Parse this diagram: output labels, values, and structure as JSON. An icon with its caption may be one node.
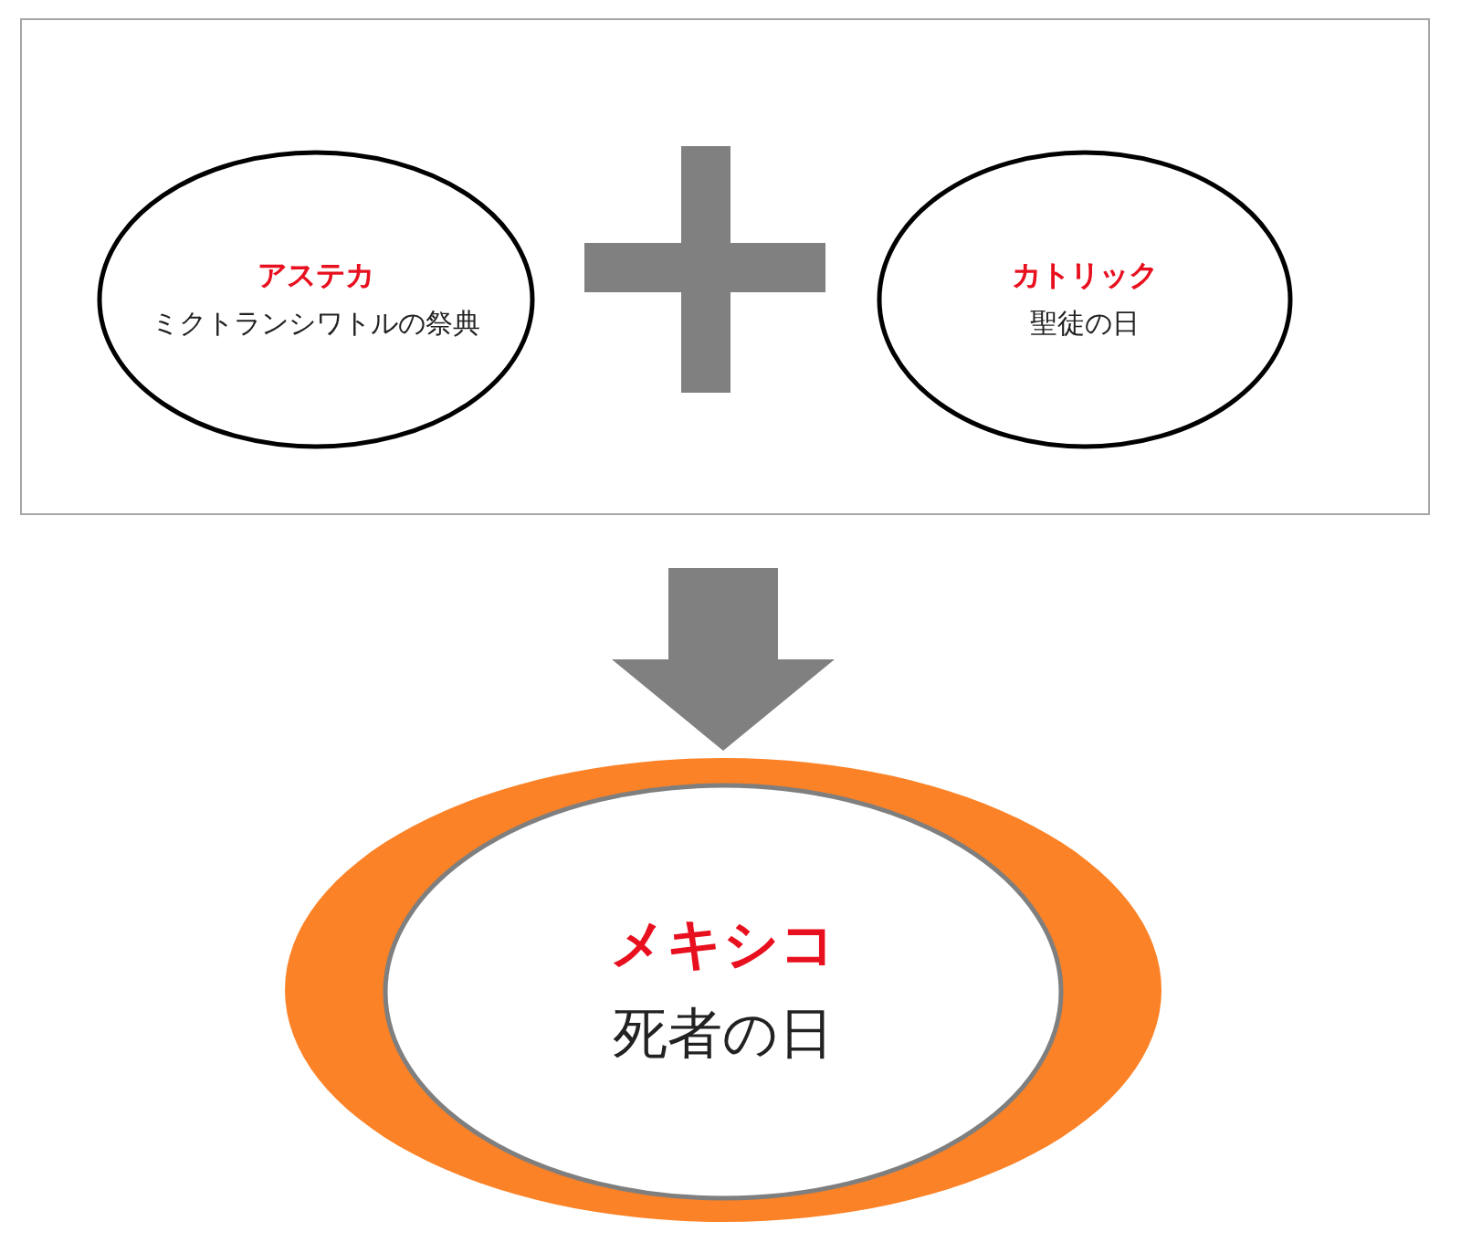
{
  "diagram": {
    "nodes": [
      {
        "text": [],
        "shape": "box"
      },
      {
        "text": [
          "アステカ",
          "ミクトランシワトルの祭典"
        ],
        "in": 0
      },
      {
        "text": [
          "カトリック",
          "聖徒の日"
        ],
        "in": 0
      },
      {
        "text": [
          "メキシコ",
          "死者の日"
        ]
      }
    ],
    "edges": [
      {
        "from": 0,
        "to": 3,
        "arrow": "to",
        "style": "thick"
      }
    ]
  }
}
